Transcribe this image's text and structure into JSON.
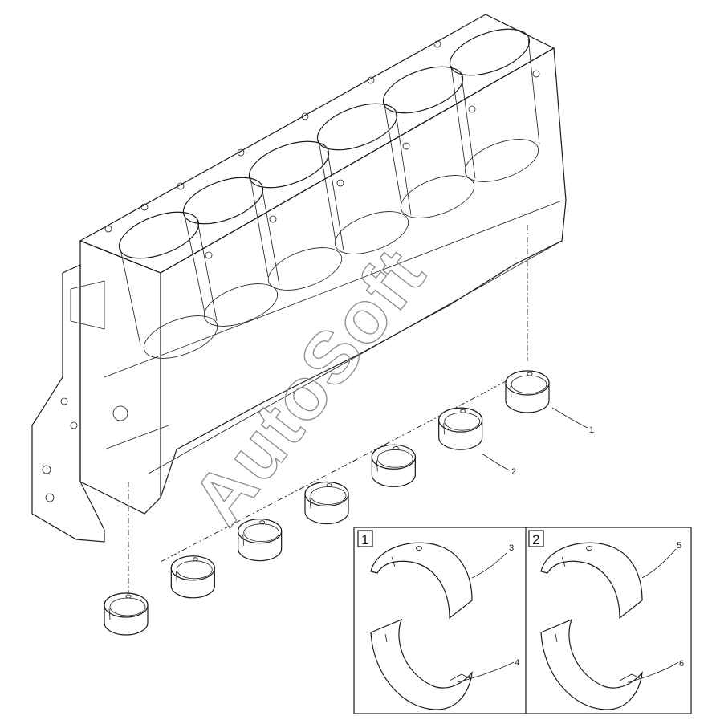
{
  "diagram": {
    "callouts": [
      {
        "id": "1",
        "label": "1"
      },
      {
        "id": "2",
        "label": "2"
      },
      {
        "id": "3",
        "label": "3"
      },
      {
        "id": "4",
        "label": "4"
      },
      {
        "id": "5",
        "label": "5"
      },
      {
        "id": "6",
        "label": "6"
      }
    ],
    "detail_boxes": [
      {
        "label": "1"
      },
      {
        "label": "2"
      }
    ],
    "watermark": "AutoSoft",
    "bearing_count": 7
  }
}
